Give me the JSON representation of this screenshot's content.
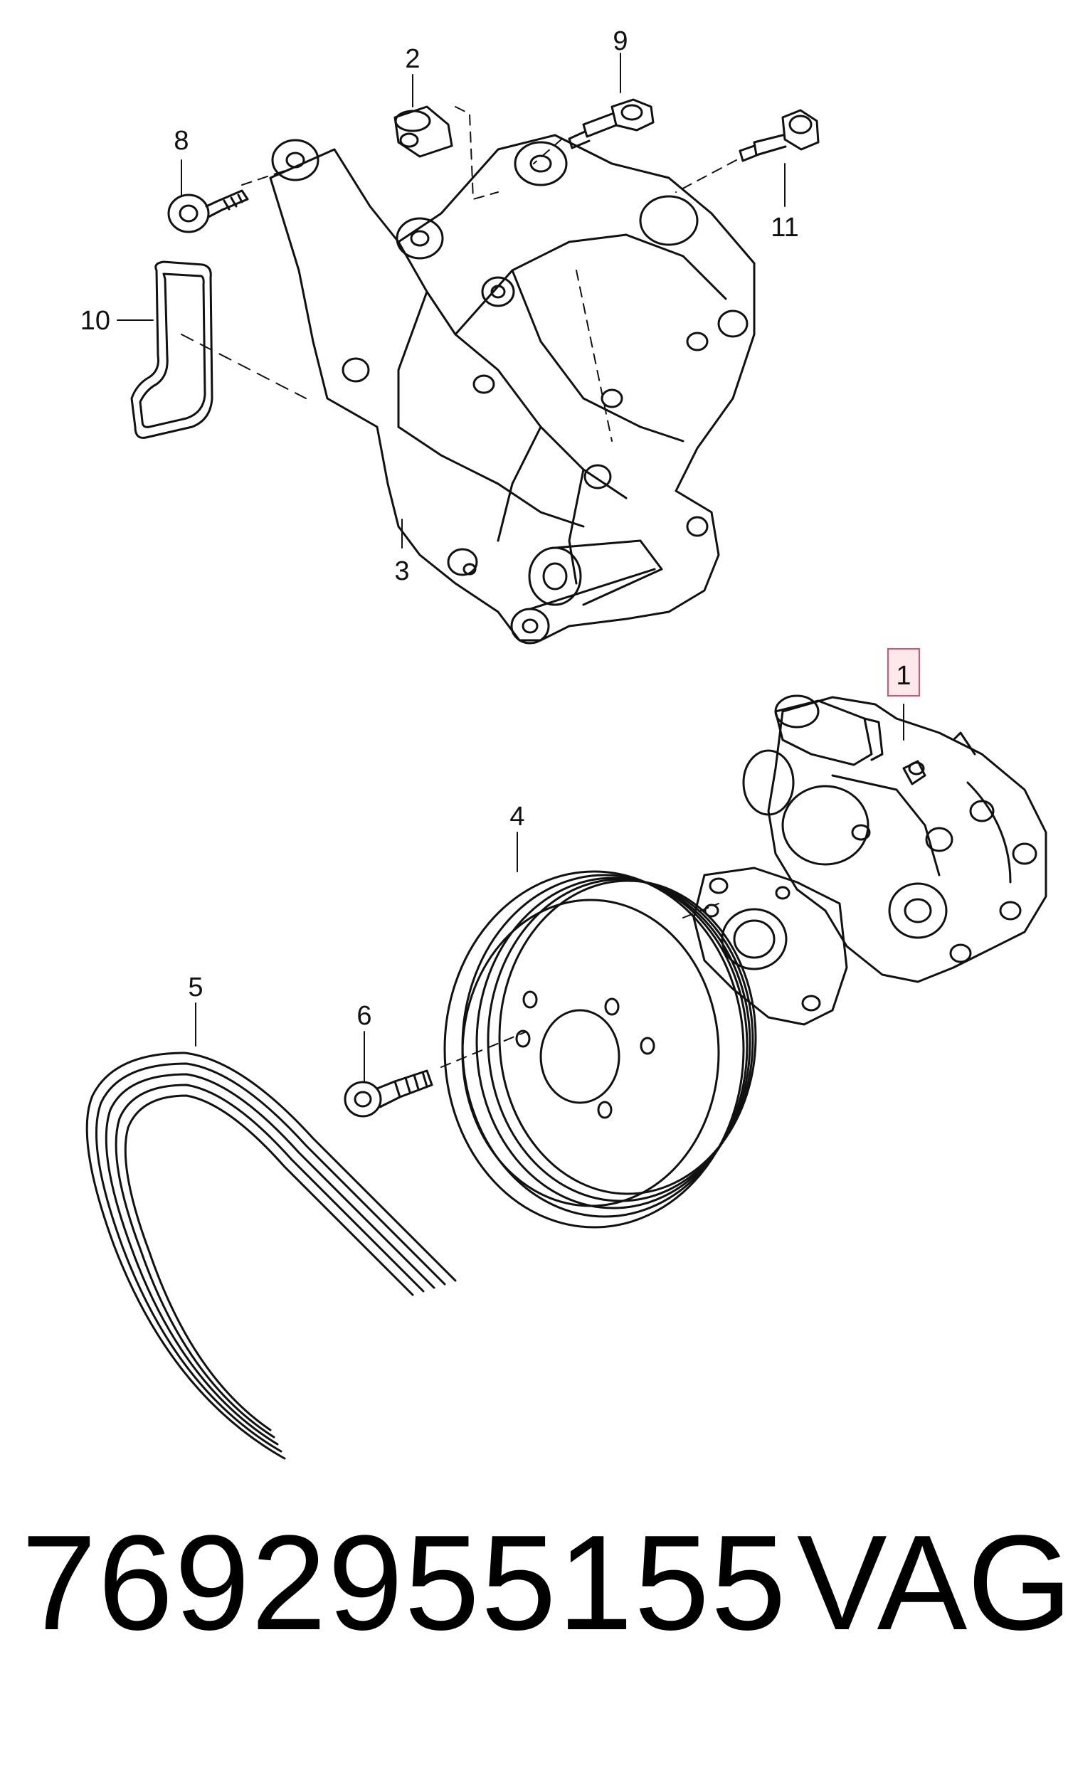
{
  "callouts": {
    "c1": "1",
    "c2": "2",
    "c3": "3",
    "c4": "4",
    "c5": "5",
    "c6": "6",
    "c8": "8",
    "c9": "9",
    "c10": "10",
    "c11": "11"
  },
  "highlight_color": "#e05070",
  "footer": {
    "part_number": "7692955155",
    "brand": "VAG"
  }
}
